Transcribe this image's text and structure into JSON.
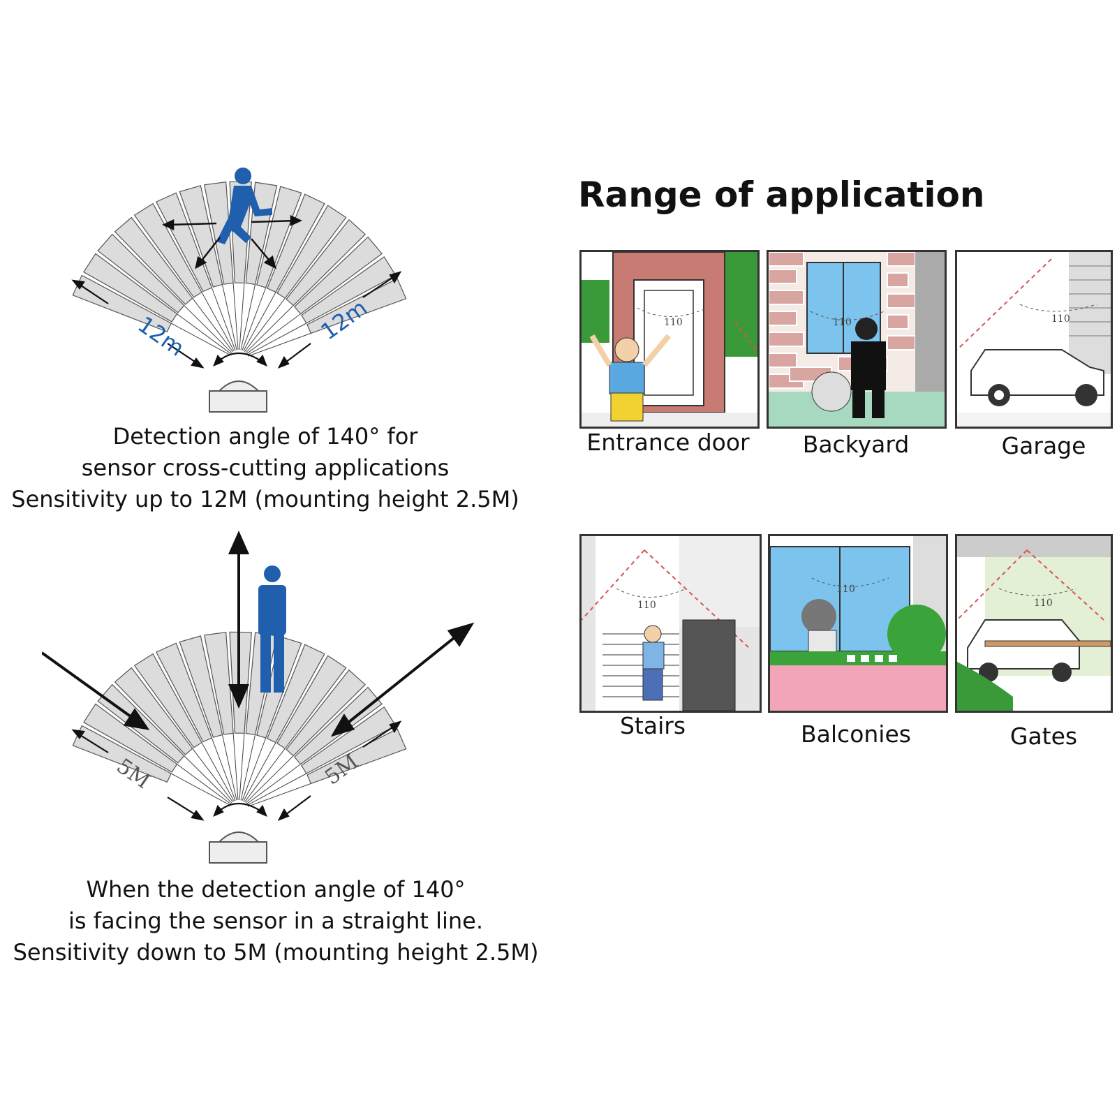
{
  "diagram_top": {
    "left_range_label": "12m",
    "right_range_label": "12m",
    "caption_lines": [
      "Detection angle of 140° for",
      "sensor cross-cutting applications",
      "Sensitivity up to 12M (mounting height 2.5M)"
    ]
  },
  "diagram_bottom": {
    "left_range_label": "5M",
    "right_range_label": "5M",
    "caption_lines": [
      "When the detection angle of 140°",
      "is facing the sensor in a straight line.",
      "Sensitivity down to 5M (mounting height 2.5M)"
    ]
  },
  "range_of_application": {
    "title": "Range of application",
    "scenes": [
      {
        "label": "Entrance door",
        "angle": "110"
      },
      {
        "label": "Backyard",
        "angle": "110"
      },
      {
        "label": "Garage",
        "angle": "110"
      },
      {
        "label": "Stairs",
        "angle": "110"
      },
      {
        "label": "Balconies",
        "angle": "110"
      },
      {
        "label": "Gates",
        "angle": "110"
      }
    ]
  },
  "colors": {
    "figure_blue": "#1f5fae",
    "fan_gray": "#d9d9d9",
    "dashed_red": "#d9534f",
    "frame": "#333333"
  }
}
